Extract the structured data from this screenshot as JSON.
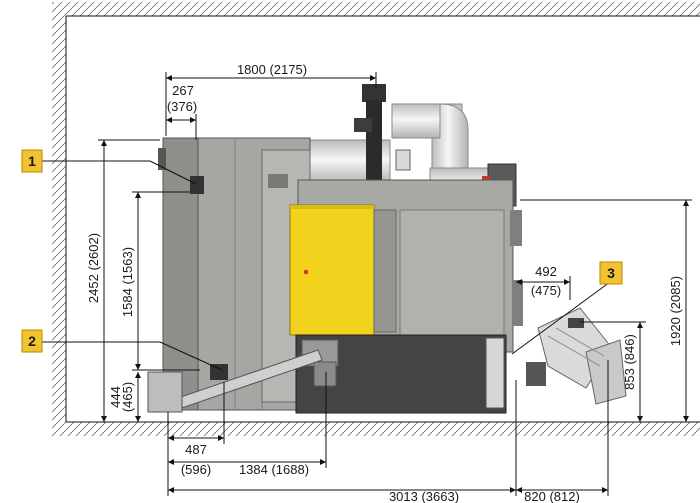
{
  "colors": {
    "callout_fill": "#f2c230",
    "door_yellow": "#f1d21c",
    "boiler_body": "#a8a8a5",
    "boiler_dark": "#444444",
    "pipe": "#e9e9e9",
    "wall_hatch": "#777777"
  },
  "callouts": [
    {
      "label": "1"
    },
    {
      "label": "2"
    },
    {
      "label": "3"
    }
  ],
  "dimensions": {
    "top_width": "1800 (2175)",
    "top_small_line1": "267",
    "top_small_line2": "(376)",
    "left_total_height": "2452 (2602)",
    "left_mid_height": "1584 (1563)",
    "left_low_line1": "444",
    "left_low_line2": "(465)",
    "right_height": "1920 (2085)",
    "feeder_offset_line1": "492",
    "feeder_offset_line2": "(475)",
    "feeder_height": "853 (846)",
    "bottom_small_line1": "487",
    "bottom_small_line2": "(596)",
    "bottom_mid": "1384 (1688)",
    "bottom_total": "3013 (3663)",
    "bottom_right": "820 (812)"
  }
}
